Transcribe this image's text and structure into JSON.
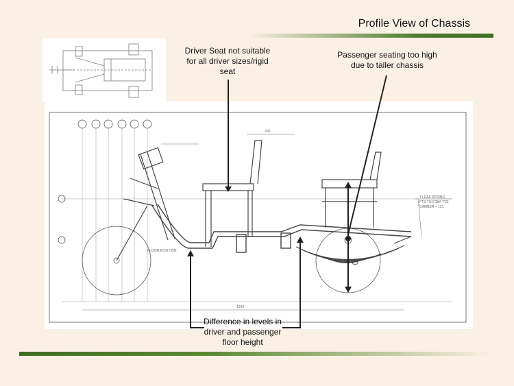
{
  "title": "Profile View of Chassis",
  "callouts": {
    "driver_seat": [
      "Driver Seat not suitable",
      "for all driver sizes/rigid",
      "seat"
    ],
    "passenger_seat": [
      "Passenger seating too high",
      "due to taller chassis"
    ],
    "floor_height": [
      "Difference in levels in",
      "driver and passenger",
      "floor height"
    ]
  },
  "drawing_labels": {
    "dim_overall": "1930",
    "dim_top": "300",
    "spring_note": [
      "7 LEAF SPRING",
      "FTS TO 5\"DIA TYE",
      "CAMBER = 131"
    ],
    "floor_position": "FLOOR POSITION"
  },
  "colors": {
    "background": "#fbf0e4",
    "accent_bar": "#4a7a2a",
    "drawing_line": "#555555",
    "callout_line": "#222222"
  }
}
